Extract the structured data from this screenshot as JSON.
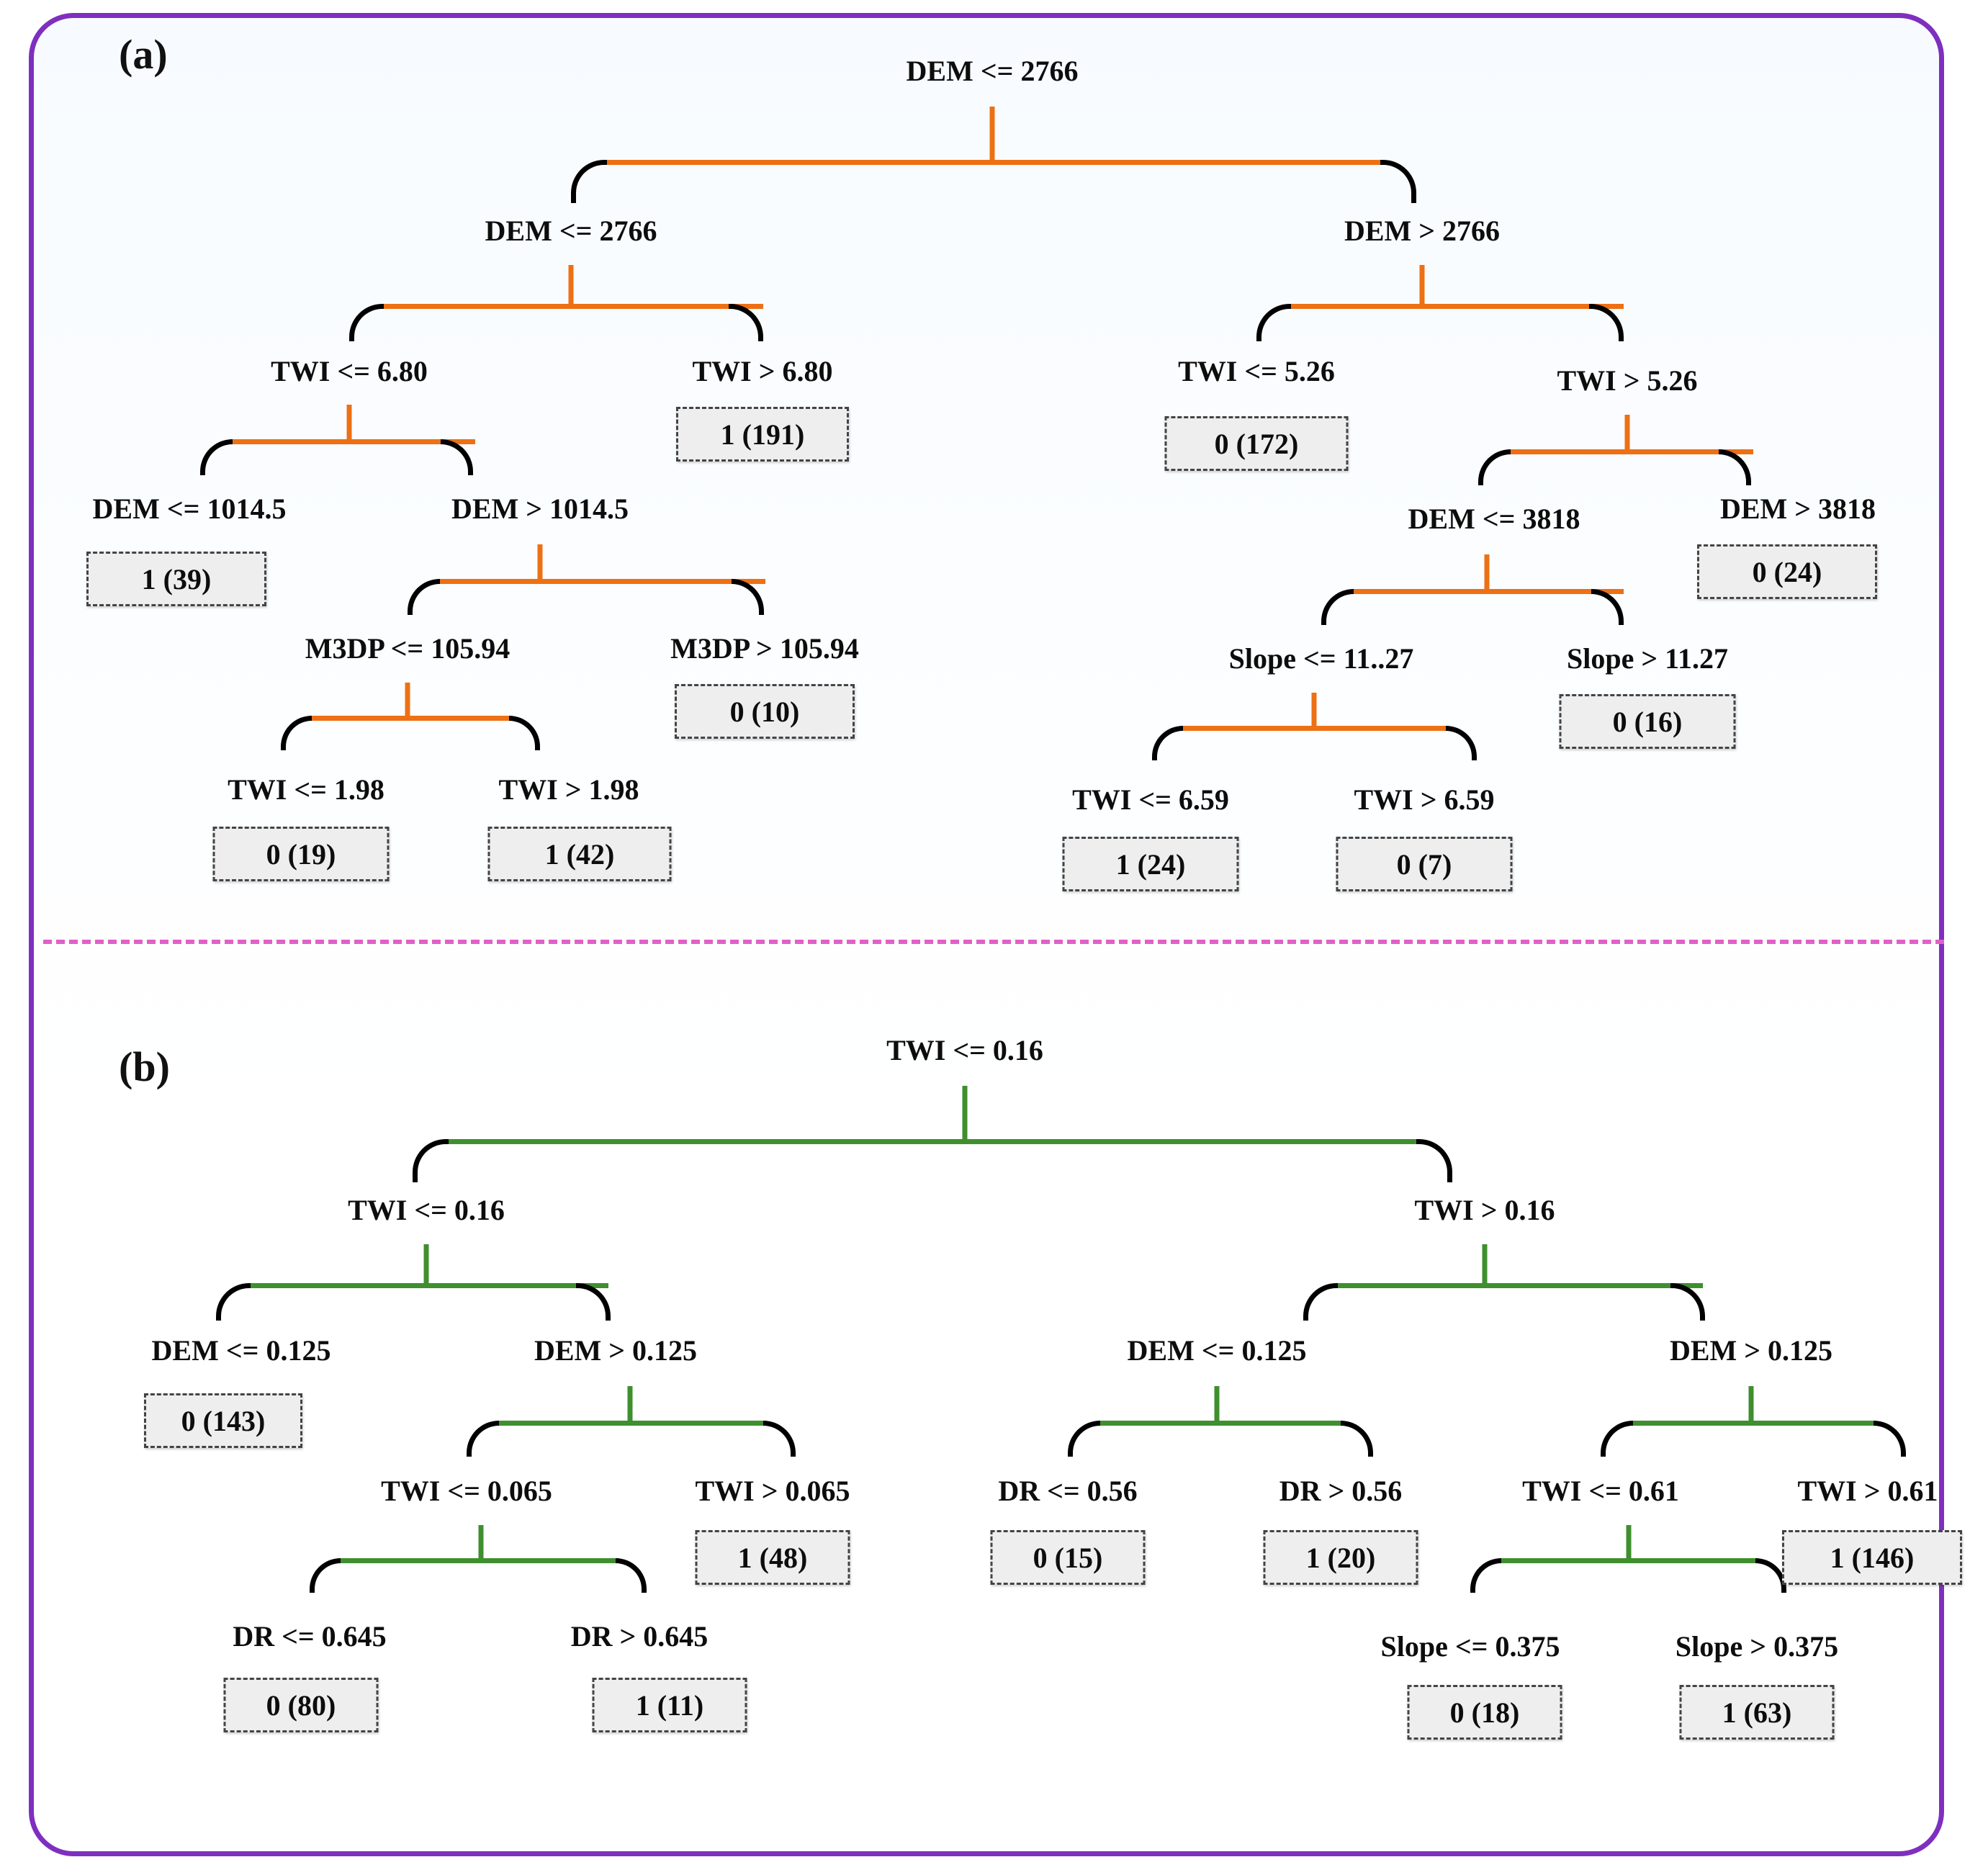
{
  "figure": {
    "panels": [
      {
        "id": "a",
        "label": "(a)",
        "color": "#ED7014",
        "root": "DEM <= 2766",
        "nodes": [
          {
            "text": "DEM <= 2766"
          },
          {
            "text": "DEM > 2766"
          },
          {
            "text": "TWI <= 6.80"
          },
          {
            "text": "TWI > 6.80"
          },
          {
            "text": "TWI <= 5.26"
          },
          {
            "text": "TWI > 5.26"
          },
          {
            "text": "DEM <= 1014.5"
          },
          {
            "text": "DEM > 1014.5"
          },
          {
            "text": "DEM <= 3818"
          },
          {
            "text": "DEM > 3818"
          },
          {
            "text": "M3DP <= 105.94"
          },
          {
            "text": "M3DP > 105.94"
          },
          {
            "text": "Slope <= 11..27"
          },
          {
            "text": "Slope > 11.27"
          },
          {
            "text": "TWI <= 1.98"
          },
          {
            "text": "TWI > 1.98"
          },
          {
            "text": "TWI <= 6.59"
          },
          {
            "text": "TWI > 6.59"
          }
        ],
        "leaves": [
          {
            "text": "1 (191)"
          },
          {
            "text": "0 (172)"
          },
          {
            "text": "1 (39)"
          },
          {
            "text": "0 (24)"
          },
          {
            "text": "0 (10)"
          },
          {
            "text": "0 (16)"
          },
          {
            "text": "0 (19)"
          },
          {
            "text": "1 (42)"
          },
          {
            "text": "1 (24)"
          },
          {
            "text": "0 (7)"
          }
        ]
      },
      {
        "id": "b",
        "label": "(b)",
        "color": "#3f8f2f",
        "root": "TWI <= 0.16",
        "nodes": [
          {
            "text": "TWI <= 0.16"
          },
          {
            "text": "TWI > 0.16"
          },
          {
            "text": "DEM <= 0.125"
          },
          {
            "text": "DEM > 0.125"
          },
          {
            "text": "DEM <= 0.125"
          },
          {
            "text": "DEM > 0.125"
          },
          {
            "text": "TWI <= 0.065"
          },
          {
            "text": "TWI > 0.065"
          },
          {
            "text": "DR <= 0.56"
          },
          {
            "text": "DR > 0.56"
          },
          {
            "text": "TWI <= 0.61"
          },
          {
            "text": "TWI > 0.61"
          },
          {
            "text": "DR <= 0.645"
          },
          {
            "text": "DR > 0.645"
          },
          {
            "text": "Slope <= 0.375"
          },
          {
            "text": "Slope > 0.375"
          }
        ],
        "leaves": [
          {
            "text": "0 (143)"
          },
          {
            "text": "1 (48)"
          },
          {
            "text": "0 (15)"
          },
          {
            "text": "1 (20)"
          },
          {
            "text": "1 (146)"
          },
          {
            "text": "0 (80)"
          },
          {
            "text": "1 (11)"
          },
          {
            "text": "0 (18)"
          },
          {
            "text": "1 (63)"
          }
        ]
      }
    ]
  },
  "chart_data": {
    "type": "diagram",
    "title": "Decision tree classifiers (a) unscaled features, (b) normalized features",
    "trees": [
      {
        "panel": "(a)",
        "edge_color": "#ED7014",
        "root_split": "DEM <= 2766",
        "structure": [
          {
            "level": 1,
            "label": "DEM <= 2766",
            "children": [
              "DEM <= 2766",
              "DEM > 2766"
            ]
          },
          {
            "level": 2,
            "label": "DEM <= 2766",
            "children": [
              "TWI <= 6.80",
              "TWI > 6.80"
            ]
          },
          {
            "level": 2,
            "label": "DEM > 2766",
            "children": [
              "TWI <= 5.26",
              "TWI > 5.26"
            ]
          },
          {
            "level": 3,
            "label": "TWI <= 6.80",
            "children": [
              "DEM <= 1014.5",
              "DEM > 1014.5"
            ]
          },
          {
            "level": 3,
            "label": "TWI > 6.80",
            "leaf": "1 (191)",
            "class": 1,
            "count": 191
          },
          {
            "level": 3,
            "label": "TWI <= 5.26",
            "leaf": "0 (172)",
            "class": 0,
            "count": 172
          },
          {
            "level": 3,
            "label": "TWI > 5.26",
            "children": [
              "DEM <= 3818",
              "DEM > 3818"
            ]
          },
          {
            "level": 4,
            "label": "DEM <= 1014.5",
            "leaf": "1 (39)",
            "class": 1,
            "count": 39
          },
          {
            "level": 4,
            "label": "DEM > 1014.5",
            "children": [
              "M3DP <= 105.94",
              "M3DP > 105.94"
            ]
          },
          {
            "level": 4,
            "label": "DEM <= 3818",
            "children": [
              "Slope <= 11..27",
              "Slope > 11.27"
            ]
          },
          {
            "level": 4,
            "label": "DEM > 3818",
            "leaf": "0 (24)",
            "class": 0,
            "count": 24
          },
          {
            "level": 5,
            "label": "M3DP <= 105.94",
            "children": [
              "TWI <= 1.98",
              "TWI > 1.98"
            ]
          },
          {
            "level": 5,
            "label": "M3DP > 105.94",
            "leaf": "0 (10)",
            "class": 0,
            "count": 10
          },
          {
            "level": 5,
            "label": "Slope <= 11..27",
            "children": [
              "TWI <= 6.59",
              "TWI > 6.59"
            ]
          },
          {
            "level": 5,
            "label": "Slope > 11.27",
            "leaf": "0 (16)",
            "class": 0,
            "count": 16
          },
          {
            "level": 6,
            "label": "TWI <= 1.98",
            "leaf": "0 (19)",
            "class": 0,
            "count": 19
          },
          {
            "level": 6,
            "label": "TWI > 1.98",
            "leaf": "1 (42)",
            "class": 1,
            "count": 42
          },
          {
            "level": 6,
            "label": "TWI <= 6.59",
            "leaf": "1 (24)",
            "class": 1,
            "count": 24
          },
          {
            "level": 6,
            "label": "TWI > 6.59",
            "leaf": "0 (7)",
            "class": 0,
            "count": 7
          }
        ]
      },
      {
        "panel": "(b)",
        "edge_color": "#3f8f2f",
        "root_split": "TWI <= 0.16",
        "structure": [
          {
            "level": 1,
            "label": "TWI <= 0.16",
            "children": [
              "TWI <= 0.16",
              "TWI > 0.16"
            ]
          },
          {
            "level": 2,
            "label": "TWI <= 0.16",
            "children": [
              "DEM <= 0.125",
              "DEM > 0.125"
            ]
          },
          {
            "level": 2,
            "label": "TWI > 0.16",
            "children": [
              "DEM <= 0.125",
              "DEM > 0.125"
            ]
          },
          {
            "level": 3,
            "label": "DEM <= 0.125",
            "leaf": "0 (143)",
            "class": 0,
            "count": 143
          },
          {
            "level": 3,
            "label": "DEM > 0.125",
            "children": [
              "TWI <= 0.065",
              "TWI > 0.065"
            ]
          },
          {
            "level": 3,
            "label": "DEM <= 0.125",
            "children": [
              "DR <= 0.56",
              "DR > 0.56"
            ]
          },
          {
            "level": 3,
            "label": "DEM > 0.125",
            "children": [
              "TWI <= 0.61",
              "TWI > 0.61"
            ]
          },
          {
            "level": 4,
            "label": "TWI <= 0.065",
            "children": [
              "DR <= 0.645",
              "DR > 0.645"
            ]
          },
          {
            "level": 4,
            "label": "TWI > 0.065",
            "leaf": "1 (48)",
            "class": 1,
            "count": 48
          },
          {
            "level": 4,
            "label": "DR <= 0.56",
            "leaf": "0 (15)",
            "class": 0,
            "count": 15
          },
          {
            "level": 4,
            "label": "DR > 0.56",
            "leaf": "1 (20)",
            "class": 1,
            "count": 20
          },
          {
            "level": 4,
            "label": "TWI <= 0.61",
            "children": [
              "Slope <= 0.375",
              "Slope > 0.375"
            ]
          },
          {
            "level": 4,
            "label": "TWI > 0.61",
            "leaf": "1 (146)",
            "class": 1,
            "count": 146
          },
          {
            "level": 5,
            "label": "DR <= 0.645",
            "leaf": "0 (80)",
            "class": 0,
            "count": 80
          },
          {
            "level": 5,
            "label": "DR > 0.645",
            "leaf": "1 (11)",
            "class": 1,
            "count": 11
          },
          {
            "level": 5,
            "label": "Slope <= 0.375",
            "leaf": "0 (18)",
            "class": 0,
            "count": 18
          },
          {
            "level": 5,
            "label": "Slope > 0.375",
            "leaf": "1 (63)",
            "class": 1,
            "count": 63
          }
        ]
      }
    ],
    "colors": {
      "frame": "#7f2fbf",
      "divider": "#e060c8",
      "tree_a": "#ED7014",
      "tree_b": "#3f8f2f",
      "leaf_fill": "#eeeeee"
    }
  }
}
